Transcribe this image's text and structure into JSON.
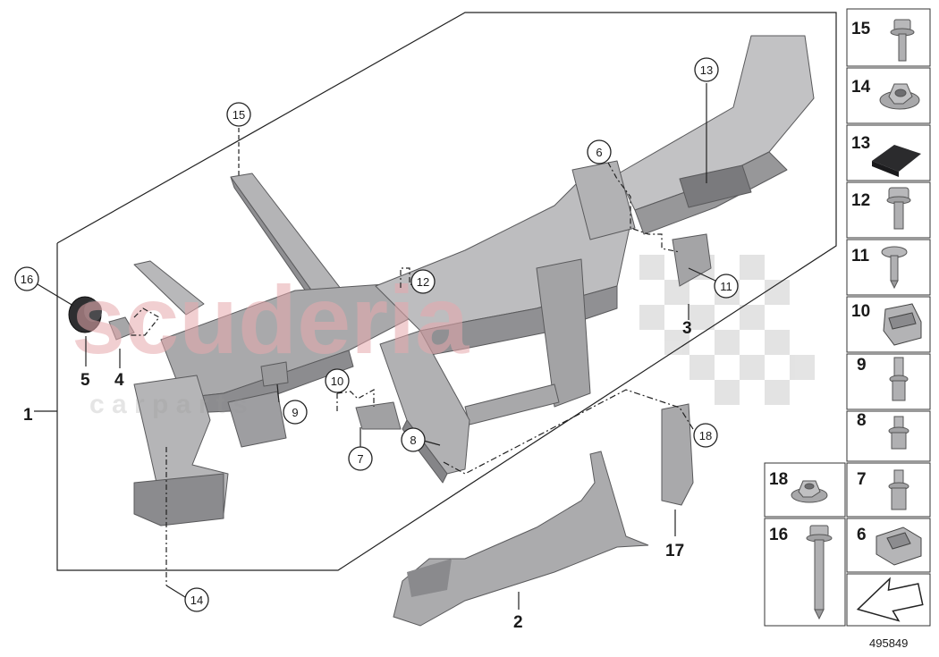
{
  "watermark": {
    "brand": "scuderia",
    "sub": "c a r p a r t s"
  },
  "part_labels": {
    "p1": "1",
    "p2": "2",
    "p3": "3",
    "p4": "4",
    "p5": "5",
    "p17": "17"
  },
  "callouts": {
    "c6": "6",
    "c7": "7",
    "c8": "8",
    "c9": "9",
    "c10": "10",
    "c11": "11",
    "c12": "12",
    "c13": "13",
    "c14": "14",
    "c15": "15",
    "c16": "16",
    "c18": "18"
  },
  "legend": {
    "l15": "15",
    "l14": "14",
    "l13": "13",
    "l12": "12",
    "l11": "11",
    "l10": "10",
    "l9": "9",
    "l8": "8",
    "l7": "7",
    "l6": "6",
    "l18": "18",
    "l16": "16"
  },
  "diagram_number": "495849",
  "colors": {
    "metal": "#a9a9ab",
    "metal_dark": "#7f7f82",
    "metal_light": "#cfcfd1",
    "line": "#222222",
    "watermark": "#e7a9ad"
  }
}
